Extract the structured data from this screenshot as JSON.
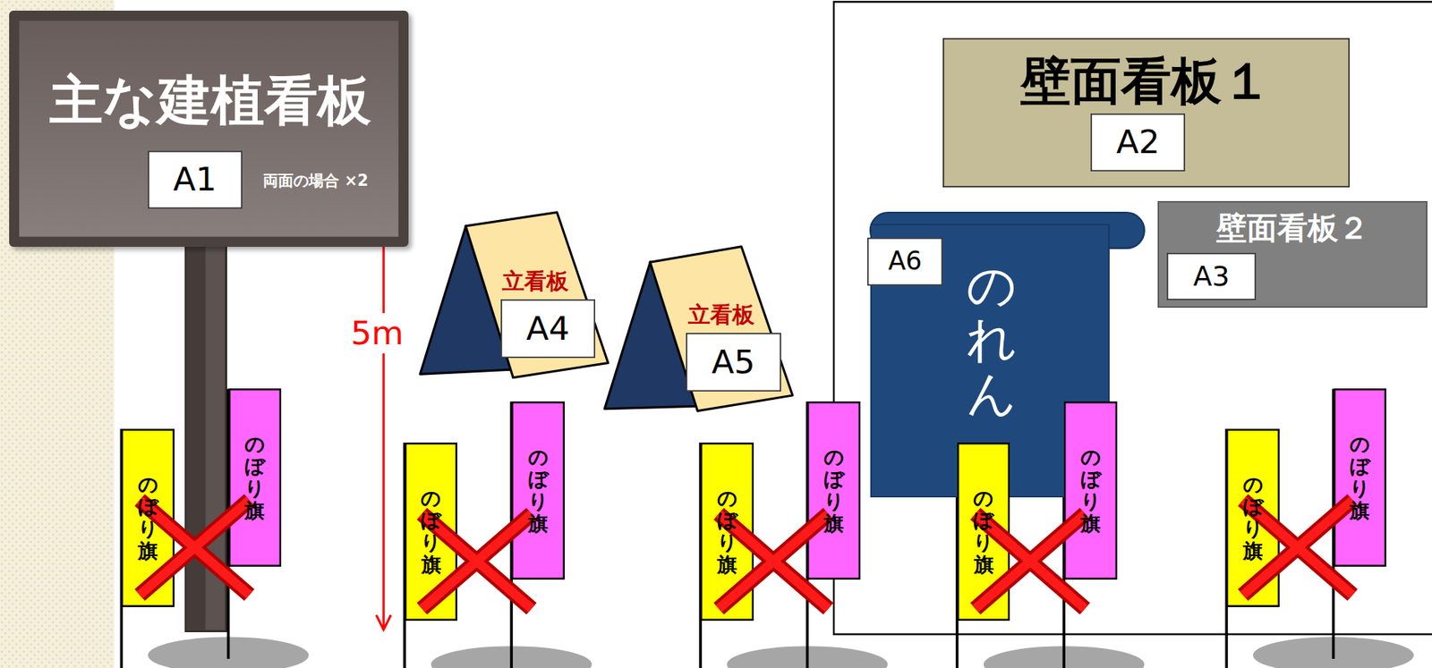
{
  "diagram": {
    "nodes": [
      {
        "text": [
          "主な建植看板",
          "両面の場合 ×2"
        ]
      },
      {
        "text": [
          "A1"
        ],
        "in": 0
      },
      {
        "text": [
          "立看板"
        ]
      },
      {
        "text": [
          "A4"
        ],
        "in": 2
      },
      {
        "text": [
          "立看板"
        ]
      },
      {
        "text": [
          "A5"
        ],
        "in": 4
      },
      {
        "text": [
          "壁面看板１"
        ]
      },
      {
        "text": [
          "A2"
        ],
        "in": 6
      },
      {
        "text": [
          "壁面看板２"
        ]
      },
      {
        "text": [
          "A3"
        ],
        "in": 8
      },
      {
        "text": [
          "のれん"
        ]
      },
      {
        "text": [
          "A6"
        ],
        "in": 10
      },
      {
        "text": [
          "のぼり旗"
        ]
      },
      {
        "text": [
          "のぼり旗"
        ]
      },
      {
        "text": [
          "のぼり旗"
        ]
      },
      {
        "text": [
          "のぼり旗"
        ]
      },
      {
        "text": [
          "のぼり旗"
        ]
      },
      {
        "text": [
          "のぼり旗"
        ]
      },
      {
        "text": [
          "のぼり旗"
        ]
      },
      {
        "text": [
          "のぼり旗"
        ]
      },
      {
        "text": [
          "のぼり旗"
        ]
      },
      {
        "text": [
          "のぼり旗"
        ]
      }
    ],
    "labels": [
      "5m"
    ]
  }
}
